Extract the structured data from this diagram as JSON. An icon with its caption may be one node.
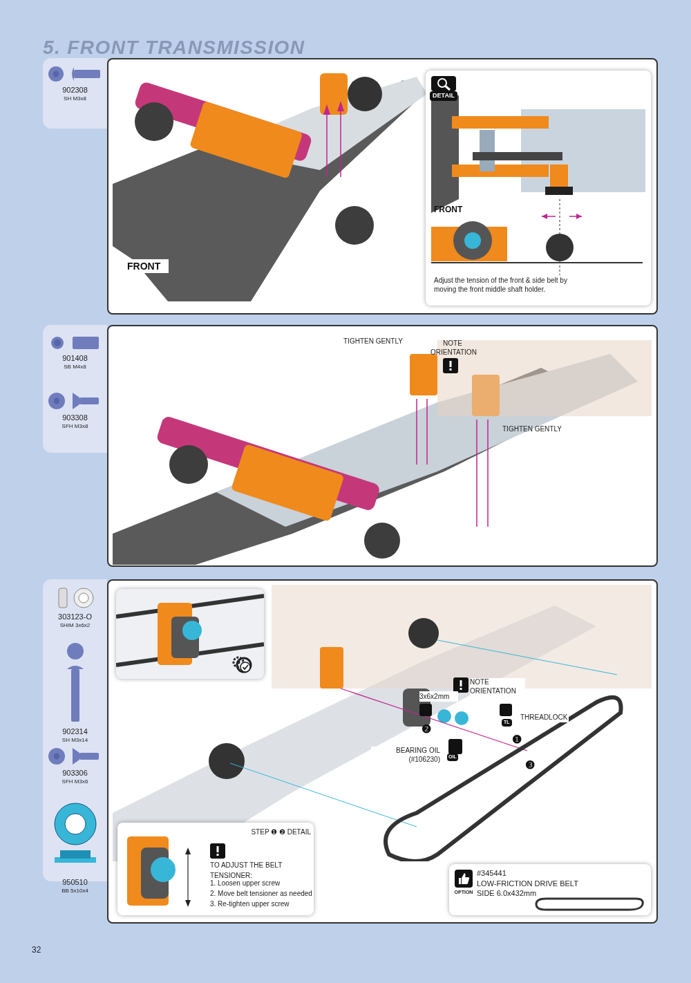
{
  "diagram": {
    "title": "5. FRONT TRANSMISSION",
    "nodes": [
      {
        "text": [
          "902308",
          "SH M3x8"
        ]
      },
      {
        "text": [
          "901408",
          "SB M4x8",
          "903308",
          "SFH M3x8"
        ]
      },
      {
        "text": [
          "303123-O",
          "SHIM 3x6x2",
          "902314",
          "SH M3x14",
          "903306",
          "SFH M3x6",
          "950510",
          "BB 5x10x4"
        ]
      },
      {
        "text": [
          "FRONT"
        ]
      },
      {
        "text": [
          "DETAIL",
          "FRONT",
          "Adjust the tension of the front & side belt by moving the front middle shaft holder."
        ],
        "in": 3
      },
      {
        "text": [
          "TIGHTEN GENTLY",
          "NOTE ORIENTATION",
          "TIGHTEN GENTLY"
        ]
      },
      {
        "text": [
          "3x6x2mm",
          "NOTE ORIENTATION",
          "THREADLOCK",
          "BEARING OIL (#106230)"
        ]
      },
      {
        "text": [],
        "shape": "picture",
        "in": 6
      },
      {
        "text": [
          "STEP ❶ ❷ DETAIL",
          "TO ADJUST THE BELT TENSIONER:",
          "1. Loosen upper screw",
          "2. Move belt tensioner as needed",
          "3. Re-tighten upper screw"
        ],
        "in": 6
      },
      {
        "text": [
          "OPTION",
          "#345441",
          "LOW-FRICTION DRIVE BELT SIDE 6.0x432mm"
        ],
        "in": 6
      }
    ],
    "labels": [
      "❶",
      "❷",
      "❸",
      "TL",
      "OIL",
      "32"
    ]
  }
}
